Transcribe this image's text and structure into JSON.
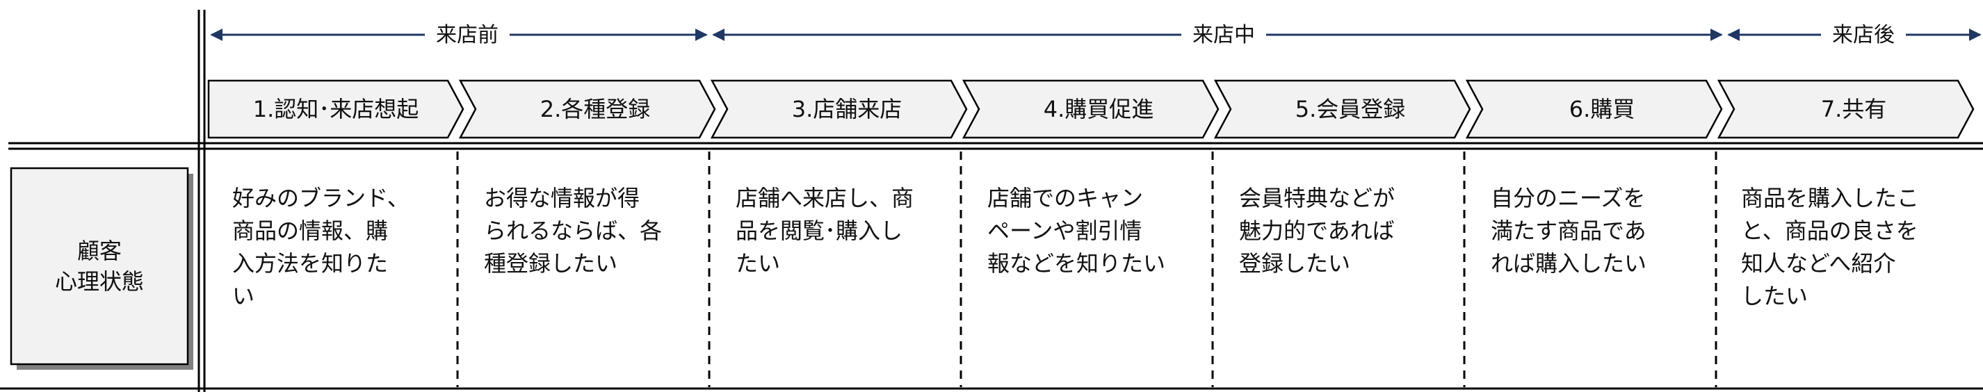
{
  "phases": [
    {
      "label": "来店前"
    },
    {
      "label": "来店中"
    },
    {
      "label": "来店後"
    }
  ],
  "steps": [
    {
      "label": "1.認知･来店想起",
      "description": "好みのブランド、\n商品の情報、購\n入方法を知りた\nい"
    },
    {
      "label": "2.各種登録",
      "description": "お得な情報が得\nられるならば、各\n種登録したい"
    },
    {
      "label": "3.店舗来店",
      "description": "店舗へ来店し、商\n品を閲覧･購入し\nたい"
    },
    {
      "label": "4.購買促進",
      "description": "店舗でのキャン\nペーンや割引情\n報などを知りたい"
    },
    {
      "label": "5.会員登録",
      "description": "会員特典などが\n魅力的であれば\n登録したい"
    },
    {
      "label": "6.購買",
      "description": "自分のニーズを\n満たす商品であ\nれば購入したい"
    },
    {
      "label": "7.共有",
      "description": "商品を購入したこ\nと、商品の良さを\n知人などへ紹介\nしたい"
    }
  ],
  "side": {
    "label": "顧客\n心理状態"
  },
  "colors": {
    "step_fill": "#f2f2f2",
    "arrow": "#1f3864",
    "line": "#000000"
  }
}
